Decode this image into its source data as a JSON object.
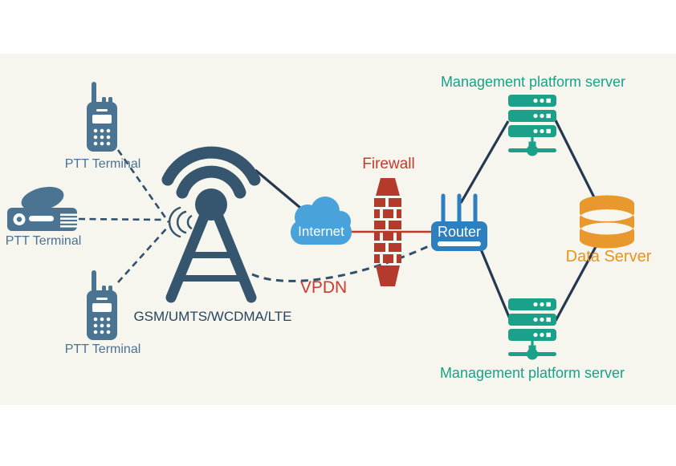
{
  "palette": {
    "page_background": "#ffffff",
    "diagram_background": "#f6f5ee",
    "terminal_slate": "#4a7492",
    "tower_navy": "#35566e",
    "connector_navy": "#263750",
    "dashed_slate": "#30506b",
    "cloud_blue": "#4aa2da",
    "router_blue": "#2c80c0",
    "firewall_brick_red": "#b43a2c",
    "red_line": "#c0392b",
    "label_red": "#c5392c",
    "server_green": "#1ba189",
    "label_green": "#18a287",
    "database_orange": "#e8982c",
    "label_orange": "#e8941f",
    "label_slate": "#4a7294",
    "label_navy": "#27455e"
  },
  "icons": {
    "terminal_top": "handheld-radio-icon",
    "terminal_mid": "mobile-radio-icon",
    "terminal_bottom": "handheld-radio-icon",
    "base_station": "cell-tower-icon",
    "signal": "radio-waves-icon",
    "internet": "cloud-icon",
    "firewall": "brick-wall-icon",
    "router": "wireless-router-icon",
    "servers": "server-rack-icon",
    "data_server": "database-cylinder-icon"
  },
  "nodes": {
    "terminal_top": {
      "label": "PTT Terminal"
    },
    "terminal_mid": {
      "label": "PTT Terminal"
    },
    "terminal_bottom": {
      "label": "PTT Terminal"
    },
    "base_station": {
      "label": "GSM/UMTS/WCDMA/LTE"
    },
    "internet": {
      "label": "Internet"
    },
    "firewall": {
      "label": "Firewall"
    },
    "router": {
      "label": "Router"
    },
    "server_top": {
      "label": "Management platform server"
    },
    "server_bottom": {
      "label": "Management platform server"
    },
    "data_server": {
      "label": "Data Server"
    }
  },
  "links": {
    "vpdn": {
      "label": "VPDN"
    }
  }
}
